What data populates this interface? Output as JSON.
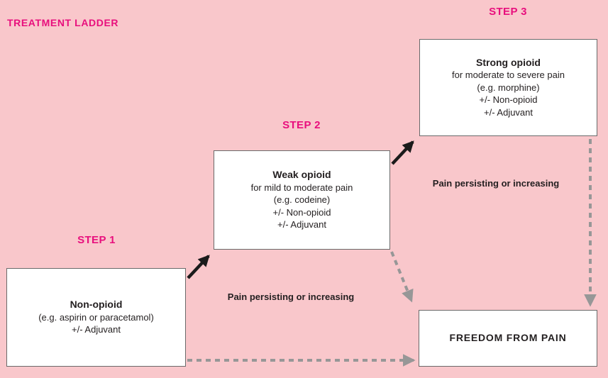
{
  "title": "TREATMENT LADDER",
  "steps": [
    {
      "label": "STEP 1",
      "box": {
        "title": "Non-opioid",
        "lines": [
          "(e.g. aspirin or paracetamol)",
          "+/- Adjuvant"
        ]
      }
    },
    {
      "label": "STEP 2",
      "box": {
        "title": "Weak opioid",
        "lines": [
          "for mild to moderate pain",
          "(e.g. codeine)",
          "+/- Non-opioid",
          "+/- Adjuvant"
        ]
      }
    },
    {
      "label": "STEP 3",
      "box": {
        "title": "Strong opioid",
        "lines": [
          "for moderate to severe pain",
          "(e.g. morphine)",
          "+/- Non-opioid",
          "+/- Adjuvant"
        ]
      }
    }
  ],
  "outcome": {
    "label": "FREEDOM FROM PAIN"
  },
  "annotations": {
    "pain_label_1": "Pain persisting or increasing",
    "pain_label_2": "Pain persisting or increasing"
  },
  "colors": {
    "background": "#f9c7cb",
    "accent_magenta": "#e80f7d",
    "box_background": "#ffffff",
    "box_border": "#6a6a6a",
    "text": "#231f20",
    "arrow_black": "#1b1b1b",
    "arrow_gray": "#979797"
  }
}
